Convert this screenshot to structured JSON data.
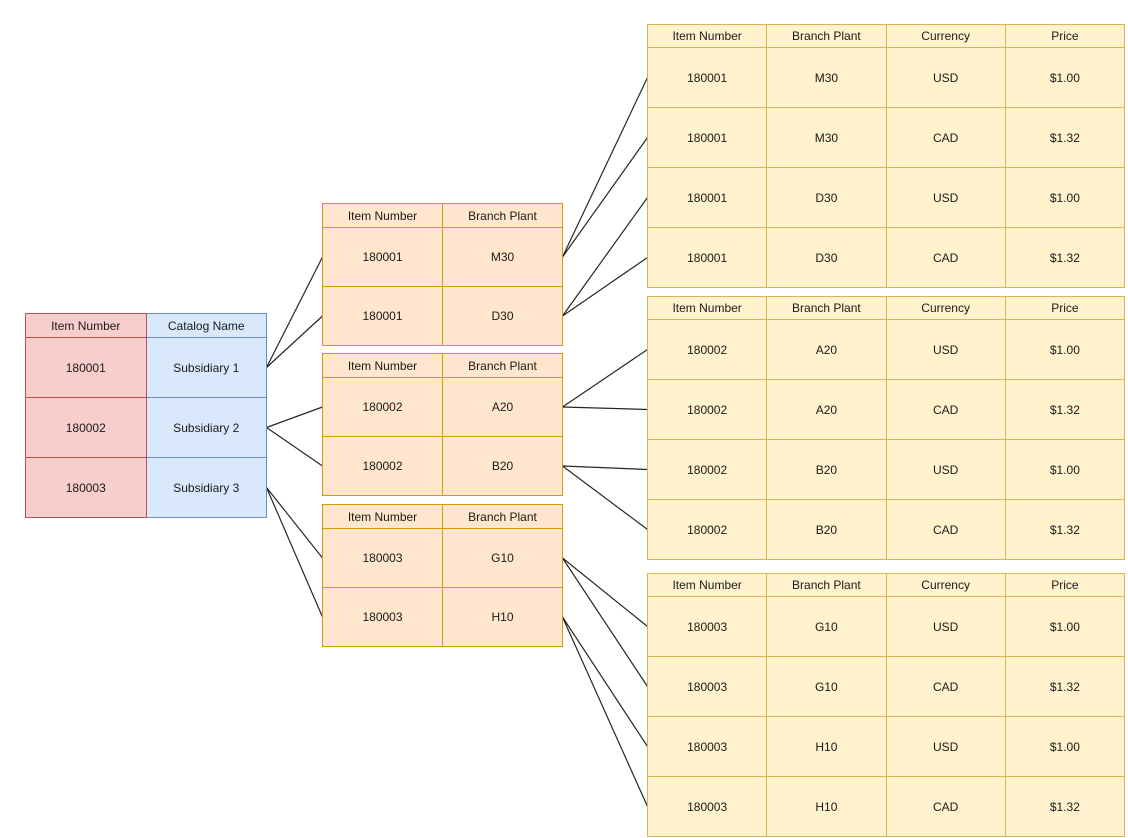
{
  "diagram": {
    "background": "#ffffff",
    "line_color": "#000000"
  },
  "styles": {
    "pink": {
      "fill": "#f8cecc",
      "stroke": "#b85450"
    },
    "blue": {
      "fill": "#dae8fc",
      "stroke": "#6c8ebf"
    },
    "orange": {
      "fill": "#ffe6cc",
      "stroke": "#d79b00"
    },
    "yellow": {
      "fill": "#fff2cc",
      "stroke": "#d6b656"
    }
  },
  "tables": {
    "catalog": {
      "headers": [
        "Item Number",
        "Catalog Name"
      ],
      "column_styles": [
        "pink",
        "blue"
      ],
      "rows": [
        [
          "180001",
          "Subsidiary 1"
        ],
        [
          "180002",
          "Subsidiary 2"
        ],
        [
          "180003",
          "Subsidiary 3"
        ]
      ]
    },
    "branch1": {
      "headers": [
        "Item Number",
        "Branch Plant"
      ],
      "column_styles": [
        "orange",
        "orange"
      ],
      "rows": [
        [
          "180001",
          "M30"
        ],
        [
          "180001",
          "D30"
        ]
      ]
    },
    "branch2": {
      "headers": [
        "Item Number",
        "Branch Plant"
      ],
      "column_styles": [
        "orange",
        "orange"
      ],
      "rows": [
        [
          "180002",
          "A20"
        ],
        [
          "180002",
          "B20"
        ]
      ]
    },
    "branch3": {
      "headers": [
        "Item Number",
        "Branch Plant"
      ],
      "column_styles": [
        "orange",
        "orange"
      ],
      "rows": [
        [
          "180003",
          "G10"
        ],
        [
          "180003",
          "H10"
        ]
      ]
    },
    "price1": {
      "headers": [
        "Item Number",
        "Branch Plant",
        "Currency",
        "Price"
      ],
      "column_styles": [
        "yellow",
        "yellow",
        "yellow",
        "yellow"
      ],
      "rows": [
        [
          "180001",
          "M30",
          "USD",
          "$1.00"
        ],
        [
          "180001",
          "M30",
          "CAD",
          "$1.32"
        ],
        [
          "180001",
          "D30",
          "USD",
          "$1.00"
        ],
        [
          "180001",
          "D30",
          "CAD",
          "$1.32"
        ]
      ]
    },
    "price2": {
      "headers": [
        "Item Number",
        "Branch Plant",
        "Currency",
        "Price"
      ],
      "column_styles": [
        "yellow",
        "yellow",
        "yellow",
        "yellow"
      ],
      "rows": [
        [
          "180002",
          "A20",
          "USD",
          "$1.00"
        ],
        [
          "180002",
          "A20",
          "CAD",
          "$1.32"
        ],
        [
          "180002",
          "B20",
          "USD",
          "$1.00"
        ],
        [
          "180002",
          "B20",
          "CAD",
          "$1.32"
        ]
      ]
    },
    "price3": {
      "headers": [
        "Item Number",
        "Branch Plant",
        "Currency",
        "Price"
      ],
      "column_styles": [
        "yellow",
        "yellow",
        "yellow",
        "yellow"
      ],
      "rows": [
        [
          "180003",
          "G10",
          "USD",
          "$1.00"
        ],
        [
          "180003",
          "G10",
          "CAD",
          "$1.32"
        ],
        [
          "180003",
          "H10",
          "USD",
          "$1.00"
        ],
        [
          "180003",
          "H10",
          "CAD",
          "$1.32"
        ]
      ]
    }
  },
  "connections": [
    {
      "from": "catalog:0",
      "to": "branch1:0"
    },
    {
      "from": "catalog:0",
      "to": "branch1:1"
    },
    {
      "from": "catalog:1",
      "to": "branch2:0"
    },
    {
      "from": "catalog:1",
      "to": "branch2:1"
    },
    {
      "from": "catalog:2",
      "to": "branch3:0"
    },
    {
      "from": "catalog:2",
      "to": "branch3:1"
    },
    {
      "from": "branch1:0",
      "to": "price1:0"
    },
    {
      "from": "branch1:0",
      "to": "price1:1"
    },
    {
      "from": "branch1:1",
      "to": "price1:2"
    },
    {
      "from": "branch1:1",
      "to": "price1:3"
    },
    {
      "from": "branch2:0",
      "to": "price2:0"
    },
    {
      "from": "branch2:0",
      "to": "price2:1"
    },
    {
      "from": "branch2:1",
      "to": "price2:2"
    },
    {
      "from": "branch2:1",
      "to": "price2:3"
    },
    {
      "from": "branch3:0",
      "to": "price3:0"
    },
    {
      "from": "branch3:0",
      "to": "price3:1"
    },
    {
      "from": "branch3:1",
      "to": "price3:2"
    },
    {
      "from": "branch3:1",
      "to": "price3:3"
    }
  ]
}
